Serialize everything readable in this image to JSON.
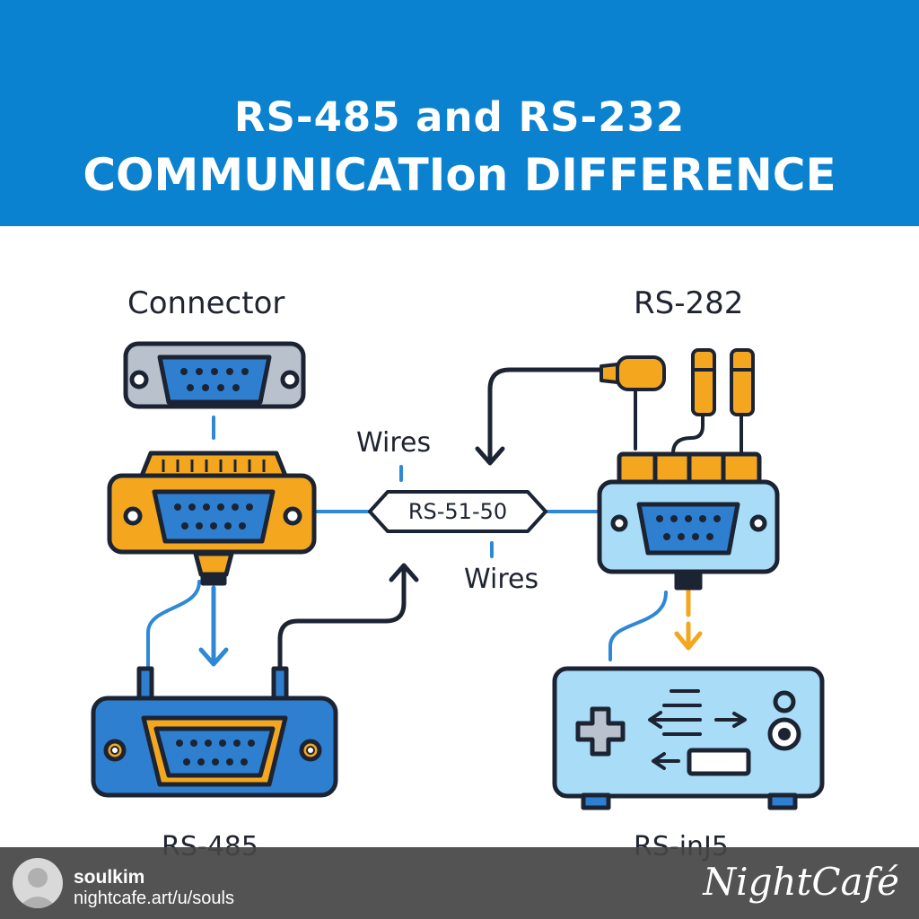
{
  "header": {
    "title_line1": "RS-485 and RS-232",
    "title_line2": "COMMUNICATIon DIFFERENCE",
    "background_color": "#0b82cf"
  },
  "labels": {
    "connector": "Connector",
    "rs282": "RS-282",
    "wires_top": "Wires",
    "center_box": "RS-51-50",
    "wires_bottom": "Wires",
    "rs485": "RS-485",
    "rs_in35": "RS-inJ5"
  },
  "colors": {
    "outline": "#1c2434",
    "blue": "#2f7fd0",
    "light_blue": "#a9dcf6",
    "orange": "#f4a71e",
    "grey": "#b9c1cc"
  },
  "footer": {
    "username": "soulkim",
    "url": "nightcafe.art/u/souls",
    "brand": "NightCafé",
    "avatar_icon": "user-avatar-icon"
  }
}
